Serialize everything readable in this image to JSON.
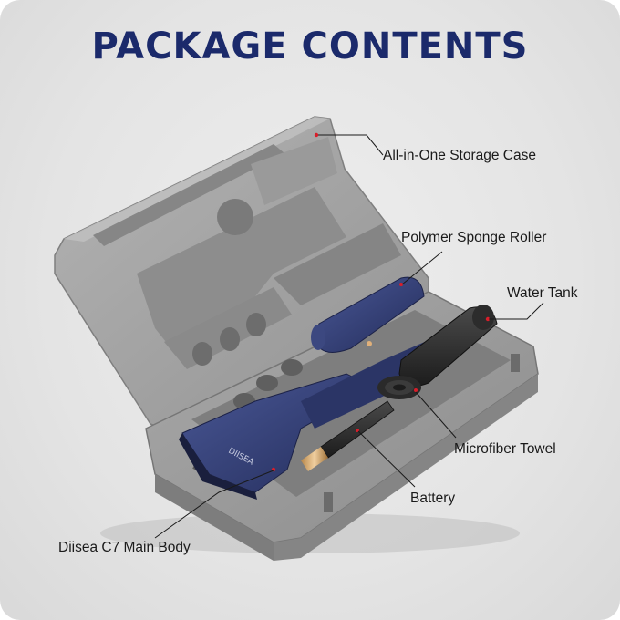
{
  "title": "PACKAGE CONTENTS",
  "callouts": {
    "storage_case": "All-in-One Storage Case",
    "sponge_roller": "Polymer Sponge Roller",
    "water_tank": "Water Tank",
    "microfiber_towel": "Microfiber Towel",
    "battery": "Battery",
    "main_body": "Diisea C7 Main Body"
  },
  "brand_mark": "DIISEA",
  "colors": {
    "title": "#1b2a6b",
    "case_foam": "#9d9d9d",
    "device_blue": "#2e3a72",
    "accent_dot": "#d81e2a"
  }
}
